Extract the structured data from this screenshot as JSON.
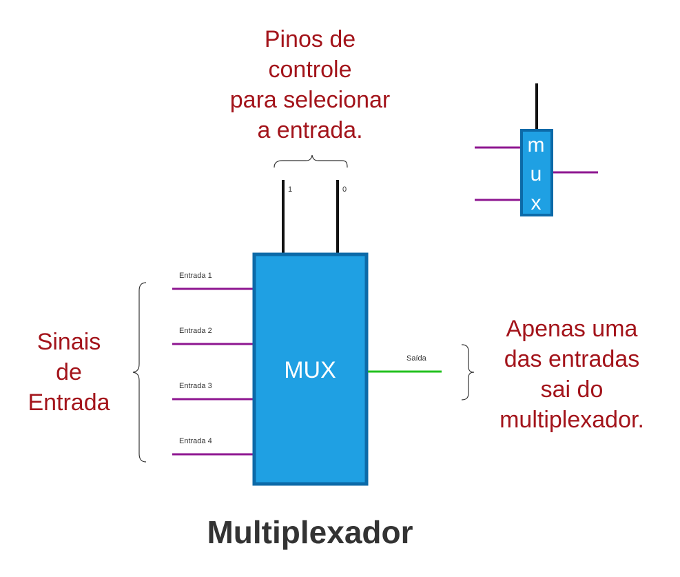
{
  "control_label": [
    "Pinos de",
    "controle",
    "para selecionar",
    "a entrada."
  ],
  "control_pins": [
    "1",
    "0"
  ],
  "input_group_label": [
    "Sinais",
    "de",
    "Entrada"
  ],
  "inputs": [
    "Entrada 1",
    "Entrada 2",
    "Entrada 3",
    "Entrada 4"
  ],
  "mux_label": "MUX",
  "output_label": "Saída",
  "output_note": [
    "Apenas uma",
    "das entradas",
    "sai do",
    "multiplexador."
  ],
  "mini_mux_letters": [
    "m",
    "u",
    "x"
  ],
  "title": "Multiplexador",
  "colors": {
    "label_red": "#a3141b",
    "mux_fill": "#1fa0e3",
    "mux_border": "#0c6aa8",
    "input_line": "#8e1690",
    "output_line": "#22c11e",
    "control_line": "#111111"
  }
}
